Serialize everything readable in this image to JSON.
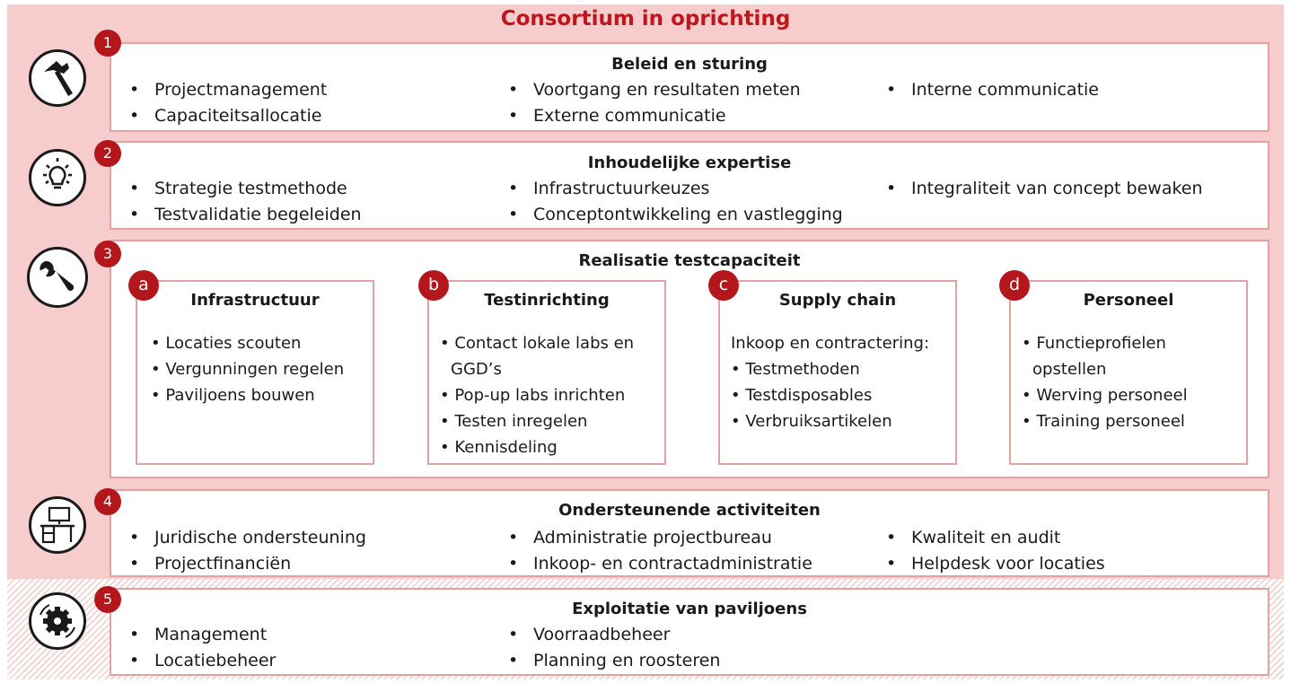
{
  "title": "Consortium in oprichting",
  "colors": {
    "accent": "#c0151b",
    "badge": "#b3161b",
    "border": "#e4a1a2",
    "background": "#f7cccd"
  },
  "sections": [
    {
      "number": "1",
      "icon": "hammer-icon",
      "title": "Beleid en sturing",
      "col1": [
        "Projectmanagement",
        "Capaciteitsallocatie"
      ],
      "col2": [
        "Voortgang en resultaten meten",
        "Externe communicatie"
      ],
      "col3": [
        "Interne communicatie"
      ]
    },
    {
      "number": "2",
      "icon": "lightbulb-icon",
      "title": "Inhoudelijke expertise",
      "col1": [
        "Strategie testmethode",
        "Testvalidatie begeleiden"
      ],
      "col2": [
        "Infrastructuurkeuzes",
        "Conceptontwikkeling en vastlegging"
      ],
      "col3": [
        "Integraliteit van concept bewaken"
      ]
    },
    {
      "number": "3",
      "icon": "wrench-icon",
      "title": "Realisatie testcapaciteit"
    },
    {
      "number": "4",
      "icon": "desk-icon",
      "title": "Ondersteunende activiteiten",
      "col1": [
        "Juridische ondersteuning",
        "Projectfinanciën"
      ],
      "col2": [
        "Administratie projectbureau",
        "Inkoop- en contractadministratie"
      ],
      "col3": [
        "Kwaliteit en audit",
        "Helpdesk voor locaties"
      ]
    },
    {
      "number": "5",
      "icon": "gear-icon",
      "title": "Exploitatie van paviljoens",
      "col1": [
        "Management",
        "Locatiebeheer"
      ],
      "col2": [
        "Voorraadbeheer",
        "Planning en roosteren"
      ]
    }
  ],
  "subsections": [
    {
      "letter": "a",
      "title": "Infrastructuur",
      "lines": [
        "• Locaties scouten",
        "• Vergunningen regelen",
        "• Paviljoens bouwen"
      ]
    },
    {
      "letter": "b",
      "title": "Testinrichting",
      "lines": [
        "• Contact lokale labs en",
        "GGD’s",
        "• Pop-up labs inrichten",
        "• Testen inregelen",
        "• Kennisdeling"
      ]
    },
    {
      "letter": "c",
      "title": "Supply chain",
      "lines": [
        "Inkoop en contractering:",
        "• Testmethoden",
        "• Testdisposables",
        "• Verbruiksartikelen"
      ]
    },
    {
      "letter": "d",
      "title": "Personeel",
      "lines": [
        "• Functieprofielen",
        "opstellen",
        "• Werving personeel",
        "• Training personeel"
      ]
    }
  ]
}
